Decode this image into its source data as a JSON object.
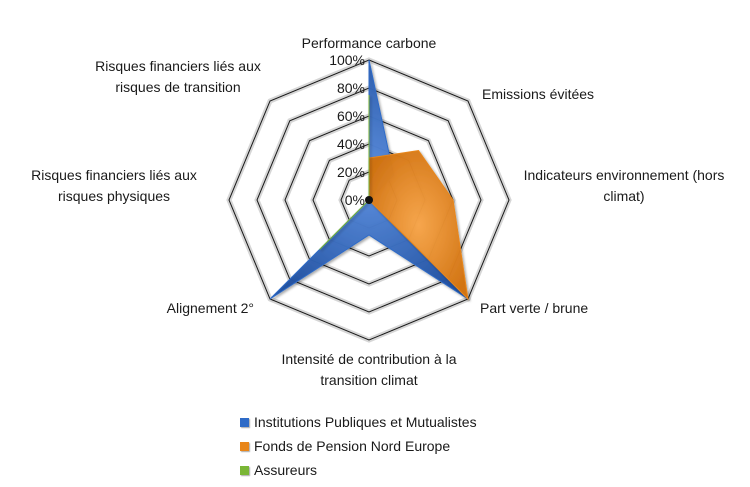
{
  "chart_data": {
    "type": "radar",
    "axes": [
      "Performance carbone",
      "Emissions évitées",
      "Indicateurs environnement (hors climat)",
      "Part verte / brune",
      "Intensité de contribution à la transition climat",
      "Alignement 2°",
      "Risques financiers liés aux risques physiques",
      "Risques financiers liés aux risques de transition"
    ],
    "axis_label_lines": [
      [
        "Performance carbone"
      ],
      [
        "Emissions évitées"
      ],
      [
        "Indicateurs environnement (hors",
        "climat)"
      ],
      [
        "Part verte / brune"
      ],
      [
        "Intensité de contribution à la",
        "transition climat"
      ],
      [
        "Alignement 2°"
      ],
      [
        "Risques financiers liés aux",
        "risques physiques"
      ],
      [
        "Risques financiers liés aux",
        "risques de transition"
      ]
    ],
    "ticks": [
      "0%",
      "20%",
      "40%",
      "60%",
      "80%",
      "100%"
    ],
    "range": [
      0,
      100
    ],
    "grid": true,
    "legend_position": "bottom",
    "series": [
      {
        "name": "Institutions Publiques et Mutualistes",
        "color": "#2e6bc7",
        "values": [
          100,
          25,
          0,
          100,
          25,
          100,
          0,
          0
        ]
      },
      {
        "name": "Fonds de Pension Nord Europe",
        "color": "#e8861a",
        "values": [
          30,
          50,
          60,
          100,
          0,
          0,
          0,
          0
        ]
      },
      {
        "name": "Assureurs",
        "color": "#7ab636",
        "values": [
          75,
          0,
          0,
          0,
          0,
          50,
          0,
          0
        ]
      }
    ]
  }
}
